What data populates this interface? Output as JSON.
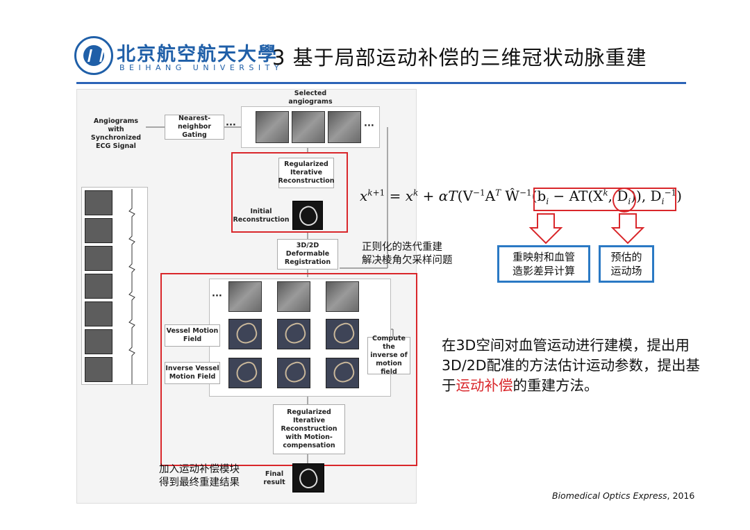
{
  "header": {
    "university_cn": "北京航空航天大學",
    "university_en": "BEIHANG UNIVERSITY",
    "slide_title": "3 基于局部运动补偿的三维冠状动脉重建"
  },
  "diagram": {
    "input_label": "Angiograms with Synchronized ECG Signal",
    "gating_label": "Nearest-neighbor Gating",
    "selected_label": "Selected angiograms",
    "regularized_label": "Regularized Iterative Reconstruction",
    "initial_label": "Initial Reconstruction",
    "registration_label": "3D/2D Deformable Registration",
    "vessel_motion_label": "Vessel Motion Field",
    "inverse_motion_label": "Inverse Vessel Motion Field",
    "compute_inverse_label": "Compute the inverse of motion field",
    "motion_comp_label": "Regularized Iterative Reconstruction with Motion-compensation",
    "final_label": "Final result",
    "ellipsis": "···",
    "note_regularized": "正则化的迭代重建\n解决棱角欠采样问题",
    "note_motion_module": "加入运动补偿模块\n得到最终重建结果"
  },
  "formula": {
    "annotation_left": "重映射和血管\n造影差异计算",
    "annotation_right": "预估的\n运动场"
  },
  "description": {
    "before": "在3D空间对血管运动进行建模，提出用3D/2D配准的方法估计运动参数，提出基于",
    "highlight": "运动补偿",
    "after": "的重建方法。"
  },
  "citation": {
    "journal": "Biomedical Optics Express",
    "year": ", 2016"
  },
  "colors": {
    "accent_blue": "#2b63b7",
    "annotation_red": "#d9262a",
    "box_blue": "#2a79c4"
  }
}
